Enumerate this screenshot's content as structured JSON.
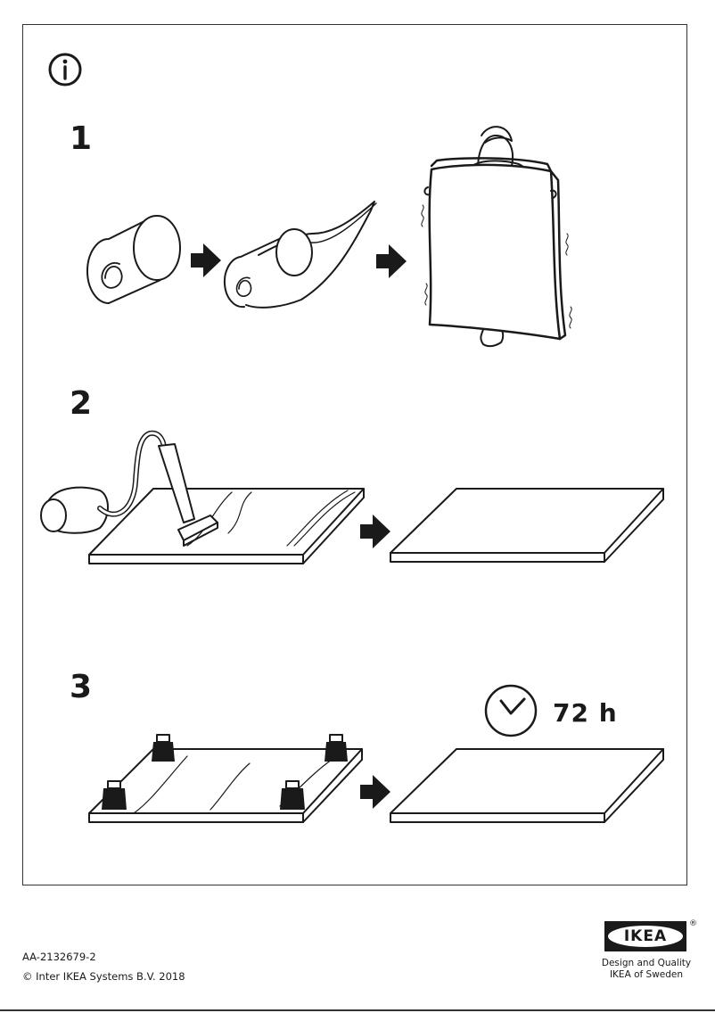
{
  "steps": [
    {
      "number": "1"
    },
    {
      "number": "2"
    },
    {
      "number": "3"
    }
  ],
  "step3": {
    "duration": "72 h"
  },
  "footer": {
    "doc_code": "AA-2132679-2",
    "copyright": "© Inter IKEA Systems B.V. 2018",
    "logo_text": "IKEA",
    "registered_mark": "®",
    "tagline_line1": "Design and Quality",
    "tagline_line2": "IKEA of Sweden"
  },
  "icons": [
    "info-icon",
    "arrow-right-icon",
    "vacuum-cleaner-icon",
    "weight-icon",
    "clock-icon"
  ]
}
